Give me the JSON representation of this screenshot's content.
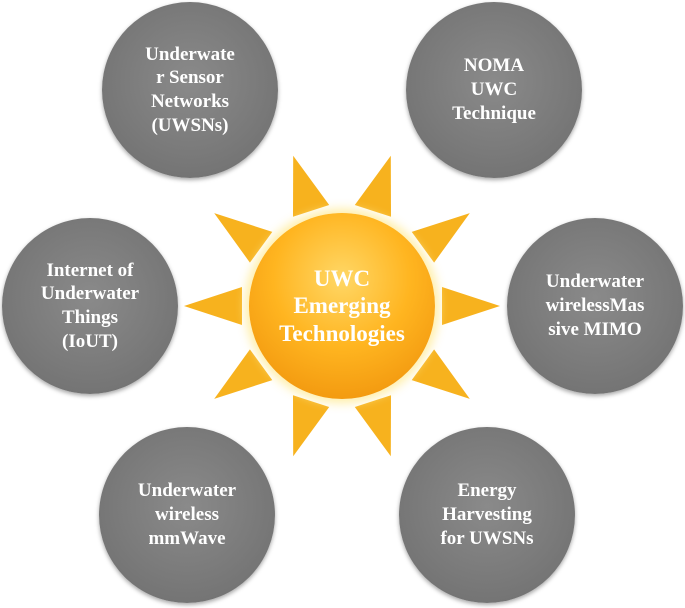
{
  "center": {
    "label": "UWC\nEmerging\nTechnologies"
  },
  "nodes": [
    {
      "key": "uwsns",
      "label": "Underwate\nr Sensor\nNetworks\n(UWSNs)"
    },
    {
      "key": "noma",
      "label": "NOMA\nUWC\nTechnique"
    },
    {
      "key": "iout",
      "label": "Internet of\nUnderwater\nThings\n(IoUT)"
    },
    {
      "key": "mimo",
      "label": "Underwater\nwirelessMas\nsive MIMO"
    },
    {
      "key": "mmwave",
      "label": "Underwater\nwireless\nmmWave"
    },
    {
      "key": "energy",
      "label": "Energy\nHarvesting\nfor UWSNs"
    }
  ],
  "colors": {
    "outer_fill": "#7a7a7a",
    "center_fill": "#f5a623",
    "ray_fill": "#f7b21e",
    "text": "#ffffff"
  }
}
